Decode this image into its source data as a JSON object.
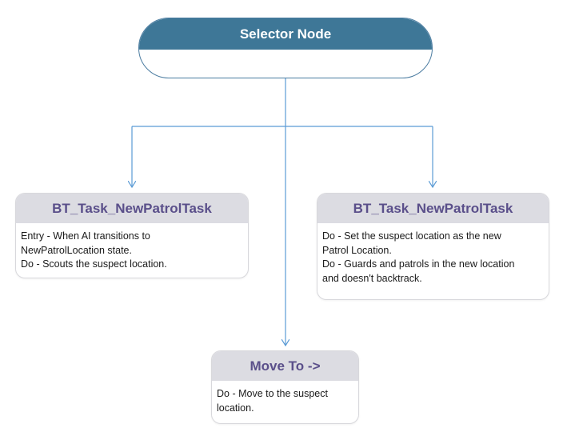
{
  "selector": {
    "title": "Selector Node"
  },
  "nodes": [
    {
      "title": "BT_Task_NewPatrolTask",
      "lines": [
        "Entry - When AI transitions to",
        "NewPatrolLocation state.",
        "Do - Scouts the suspect location."
      ]
    },
    {
      "title": "BT_Task_NewPatrolTask",
      "lines": [
        "Do - Set the suspect location as the new",
        "Patrol Location.",
        "Do - Guards and patrols in the new location",
        "and doesn't backtrack."
      ]
    },
    {
      "title": "Move To ->",
      "lines": [
        "Do - Move to the suspect",
        "location."
      ]
    }
  ],
  "colors": {
    "selector_header": "#3e7797",
    "connector": "#5b9bd5",
    "card_header": "#dcdce2",
    "card_title": "#5a4f8a"
  }
}
